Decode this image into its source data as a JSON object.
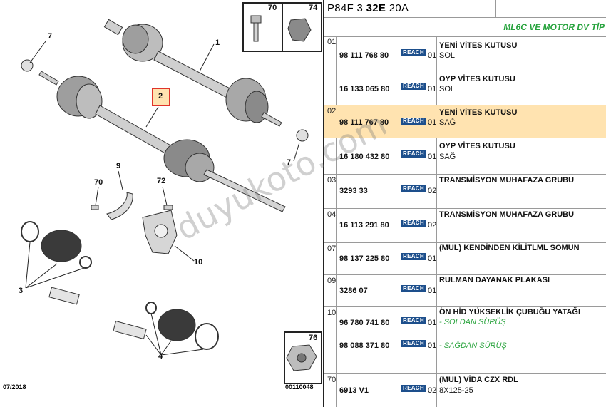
{
  "header": {
    "code_prefix": "P84F 3 ",
    "code_bold": "32E",
    "code_suffix": " 20A",
    "motor_label": "ML6C VE MOTOR DV TİP"
  },
  "reach_label": "REACH",
  "groups": [
    {
      "num": "01",
      "rows": [
        {
          "part": "98 111 768 80",
          "qty": "01",
          "desc": "YENİ VİTES KUTUSU",
          "sub": "SOL"
        },
        {
          "part": "16 133 065 80",
          "qty": "01",
          "desc": "OYP VİTES KUTUSU",
          "sub": "SOL"
        }
      ]
    },
    {
      "num": "02",
      "rows": [
        {
          "part": "98 111 767 80",
          "qty": "01",
          "desc": "YENİ VİTES KUTUSU",
          "sub": "SAĞ"
        },
        {
          "part": "16 180 432 80",
          "qty": "01",
          "desc": "OYP VİTES KUTUSU",
          "sub": "SAĞ"
        }
      ]
    },
    {
      "num": "03",
      "rows": [
        {
          "part": "3293 33",
          "qty": "02",
          "desc": "TRANSMİSYON MUHAFAZA GRUBU"
        }
      ]
    },
    {
      "num": "04",
      "rows": [
        {
          "part": "16 113 291 80",
          "qty": "02",
          "desc": "TRANSMİSYON MUHAFAZA GRUBU"
        }
      ]
    },
    {
      "num": "07",
      "rows": [
        {
          "part": "98 137 225 80",
          "qty": "01",
          "desc": "(MUL) KENDİNDEN KİLİTLML SOMUN"
        }
      ]
    },
    {
      "num": "09",
      "rows": [
        {
          "part": "3286 07",
          "qty": "01",
          "desc": "RULMAN DAYANAK PLAKASI"
        }
      ]
    },
    {
      "num": "10",
      "rows": [
        {
          "part": "96 780 741 80",
          "qty": "01",
          "desc": "ÖN HİD YÜKSEKLİK ÇUBUĞU YATAĞI",
          "sub": "- SOLDAN SÜRÜŞ"
        },
        {
          "part": "98 088 371 80",
          "qty": "01",
          "sub": "- SAĞDAN SÜRÜŞ"
        }
      ]
    },
    {
      "num": "70",
      "rows": [
        {
          "part": "6913 V1",
          "qty": "02",
          "desc": "(MUL) VİDA CZX RDL",
          "sub": "8X125-25"
        }
      ]
    }
  ],
  "diagram": {
    "labels": [
      "7",
      "1",
      "2",
      "7",
      "9",
      "70",
      "72",
      "10",
      "3",
      "4",
      "70",
      "74",
      "76"
    ],
    "date": "07/2018",
    "ref": "00110048"
  },
  "watermark": "duyukoto.com"
}
